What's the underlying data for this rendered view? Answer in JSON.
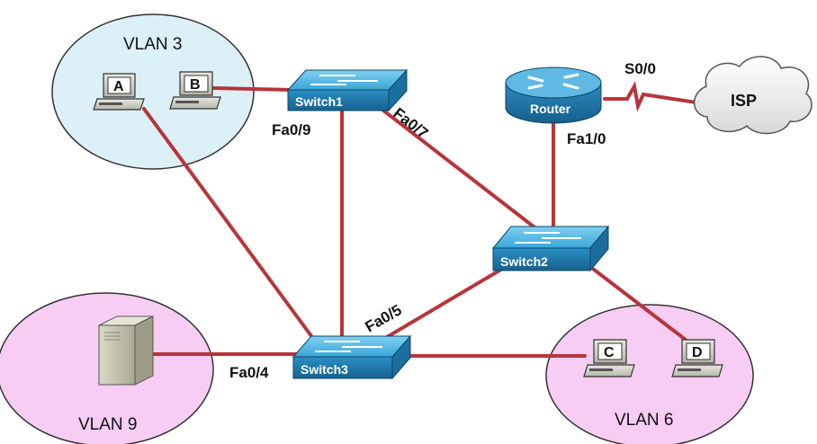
{
  "vlans": {
    "vlan3": "VLAN 3",
    "vlan9": "VLAN 9",
    "vlan6": "VLAN 6"
  },
  "devices": {
    "switch1": "Switch1",
    "switch2": "Switch2",
    "switch3": "Switch3",
    "router": "Router",
    "isp": "ISP"
  },
  "hosts": {
    "a": "A",
    "b": "B",
    "c": "C",
    "d": "D"
  },
  "ports": {
    "s00": "S0/0",
    "fa10": "Fa1/0",
    "fa07": "Fa0/7",
    "fa09": "Fa0/9",
    "fa05": "Fa0/5",
    "fa04": "Fa0/4"
  },
  "colors": {
    "link": "#b8353b",
    "vlan3_fill": "#dcf0f8",
    "vlan_magenta_fill": "#f7cdf3",
    "device_blue": "#2f93c8"
  },
  "icons": {
    "pc": "pc-icon",
    "server": "server-icon",
    "switch": "switch-icon",
    "router": "router-icon",
    "cloud": "cloud-icon"
  }
}
